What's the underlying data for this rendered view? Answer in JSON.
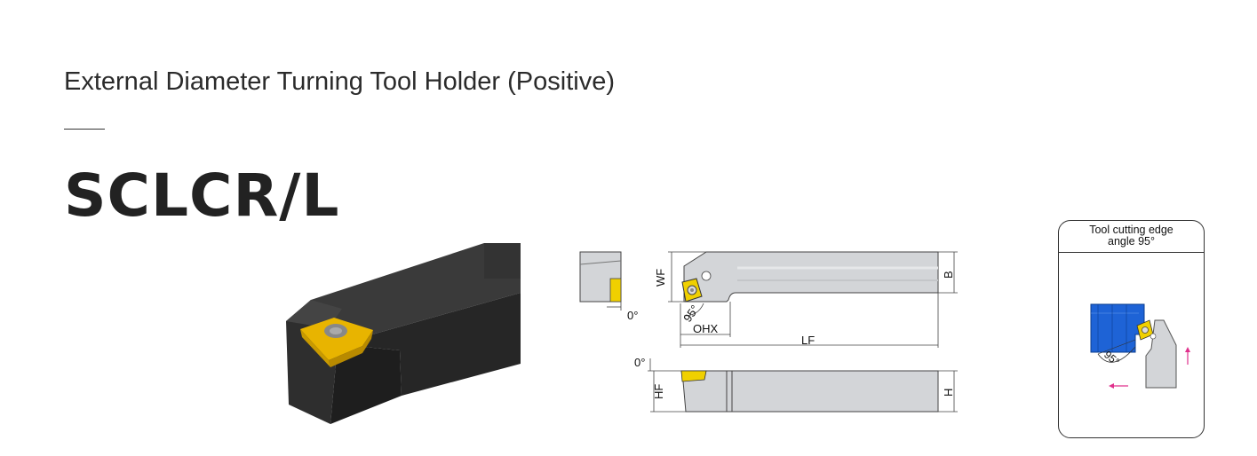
{
  "header": {
    "subtitle": "External Diameter Turning Tool Holder (Positive)",
    "model": "SCLCR/L"
  },
  "drawing": {
    "wf": "WF",
    "b": "B",
    "ohx": "OHX",
    "lf": "LF",
    "hf": "HF",
    "h": "H",
    "angle_95": "95°",
    "clearance_top": "0°",
    "clearance_side": "0°"
  },
  "angle_box": {
    "title": "Tool cutting edge\nangle 95°",
    "angle_label": "95°"
  },
  "colors": {
    "holder_body": "#2a2a2a",
    "insert": "#e8b400",
    "drawing_steel": "#d3d5d8",
    "workpiece": "#1e63d6",
    "feed_arrow": "#e0308c"
  }
}
